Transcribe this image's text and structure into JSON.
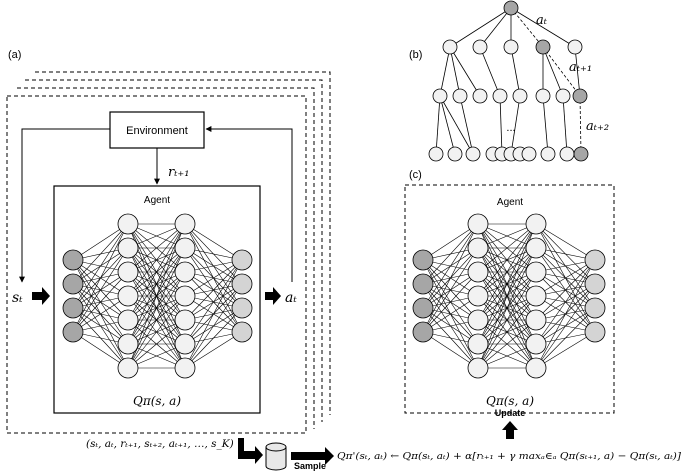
{
  "panels": {
    "a": {
      "label": "(a)"
    },
    "b": {
      "label": "(b)"
    },
    "c": {
      "label": "(c)"
    }
  },
  "environment": {
    "label": "Environment"
  },
  "agent_a": {
    "title": "Agent",
    "q_label": "Qπ(s, a)"
  },
  "agent_c": {
    "title": "Agent",
    "q_label": "Qπ(s, a)"
  },
  "signals": {
    "reward": "rₜ₊₁",
    "state": "sₜ",
    "action": "aₜ"
  },
  "tree": {
    "edge_labels": [
      "aₜ",
      "aₜ₊₁",
      "aₜ₊₂"
    ],
    "ellipsis": "..."
  },
  "replay": {
    "tuple": "(sₜ, aₜ, rₜ₊₁, sₜ₊₂, aₜ₊₁, …, s_K)",
    "sample_label": "Sample",
    "update_label": "Update",
    "equation": "Qπ'(sₜ, aₜ) ← Qπ(sₜ, aₜ) + α[rₜ₊₁ + γ maxₐ∈ₐ Qπ(sₜ₊₁, a) − Qπ(sₜ, aₜ)]"
  },
  "network": {
    "layer_sizes": [
      4,
      7,
      7,
      4
    ],
    "input_color": "#a6a6a6",
    "hidden_color": "#f2f2f2",
    "output_color": "#d4d4d4"
  },
  "tree_colors": {
    "selected": "#a6a6a6",
    "default": "#f2f2f2"
  }
}
